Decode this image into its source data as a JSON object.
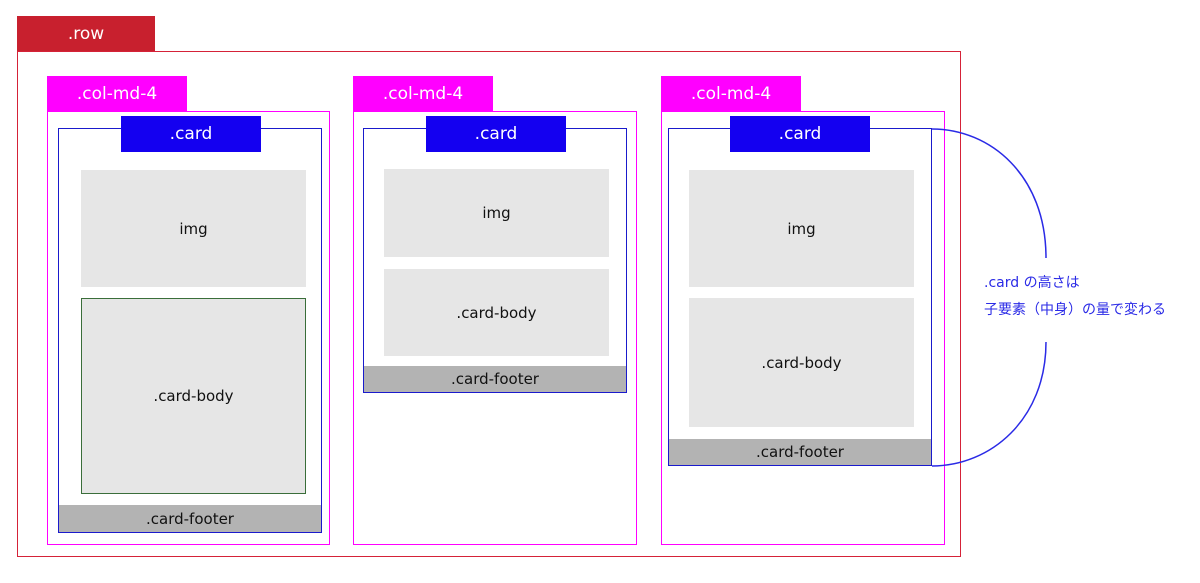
{
  "row": {
    "label": ".row"
  },
  "columns": [
    {
      "col_label": ".col-md-4",
      "card_label": ".card",
      "img_label": "img",
      "body_label": ".card-body",
      "footer_label": ".card-footer"
    },
    {
      "col_label": ".col-md-4",
      "card_label": ".card",
      "img_label": "img",
      "body_label": ".card-body",
      "footer_label": ".card-footer"
    },
    {
      "col_label": ".col-md-4",
      "card_label": ".card",
      "img_label": "img",
      "body_label": ".card-body",
      "footer_label": ".card-footer"
    }
  ],
  "annotation": {
    "line1": ".card の高さは",
    "line2": "子要素（中身）の量で変わる"
  },
  "colors": {
    "row": "#c8202e",
    "col": "#ff00ff",
    "card": "#1400f0",
    "content": "#e6e6e6",
    "footer": "#b3b3b3",
    "annotation": "#2a2ae6"
  }
}
